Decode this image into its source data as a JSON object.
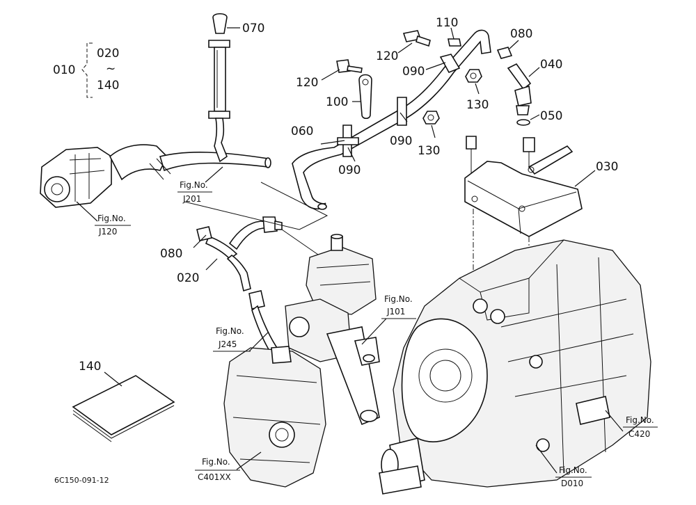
{
  "diagram": {
    "code": "6C150-091-12",
    "group": {
      "main": "010",
      "from": "020",
      "tilde": "~",
      "to": "140"
    },
    "parts": {
      "p020": "020",
      "p030": "030",
      "p040": "040",
      "p050": "050",
      "p060": "060",
      "p070": "070",
      "p080a": "080",
      "p080b": "080",
      "p090a": "090",
      "p090b": "090",
      "p090c": "090",
      "p100": "100",
      "p110": "110",
      "p120a": "120",
      "p120b": "120",
      "p130a": "130",
      "p130b": "130",
      "p140": "140"
    },
    "figrefs": {
      "fig_label": "Fig.No.",
      "j201": "J201",
      "j120": "J120",
      "j101": "J101",
      "j245": "J245",
      "c420": "C420",
      "c401xx": "C401XX",
      "d010": "D010"
    }
  }
}
